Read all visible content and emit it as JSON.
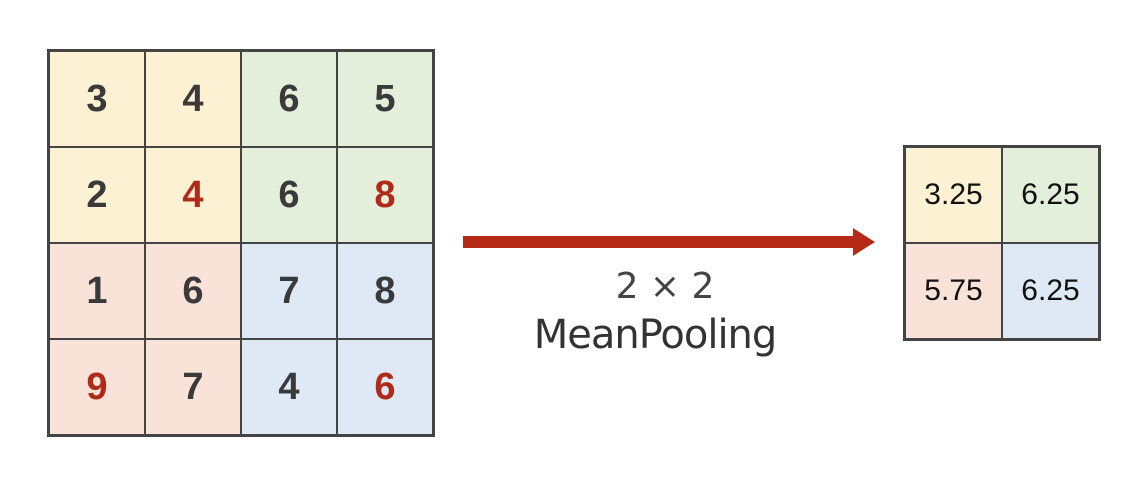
{
  "input_grid": {
    "rows": [
      [
        {
          "value": "3",
          "region": "yellow",
          "highlight": false
        },
        {
          "value": "4",
          "region": "yellow",
          "highlight": false
        },
        {
          "value": "6",
          "region": "green",
          "highlight": false
        },
        {
          "value": "5",
          "region": "green",
          "highlight": false
        }
      ],
      [
        {
          "value": "2",
          "region": "yellow",
          "highlight": false
        },
        {
          "value": "4",
          "region": "yellow",
          "highlight": true
        },
        {
          "value": "6",
          "region": "green",
          "highlight": false
        },
        {
          "value": "8",
          "region": "green",
          "highlight": true
        }
      ],
      [
        {
          "value": "1",
          "region": "pink",
          "highlight": false
        },
        {
          "value": "6",
          "region": "pink",
          "highlight": false
        },
        {
          "value": "7",
          "region": "blue",
          "highlight": false
        },
        {
          "value": "8",
          "region": "blue",
          "highlight": false
        }
      ],
      [
        {
          "value": "9",
          "region": "pink",
          "highlight": true
        },
        {
          "value": "7",
          "region": "pink",
          "highlight": false
        },
        {
          "value": "4",
          "region": "blue",
          "highlight": false
        },
        {
          "value": "6",
          "region": "blue",
          "highlight": true
        }
      ]
    ]
  },
  "operation": {
    "size_label": "2 × 2",
    "name_label": "MeanPooling"
  },
  "output_grid": {
    "rows": [
      [
        {
          "value": "3.25",
          "region": "yellow"
        },
        {
          "value": "6.25",
          "region": "green"
        }
      ],
      [
        {
          "value": "5.75",
          "region": "pink"
        },
        {
          "value": "6.25",
          "region": "blue"
        }
      ]
    ]
  },
  "colors": {
    "yellow": "#fdf1d3",
    "green": "#e3efda",
    "pink": "#f9e2d8",
    "blue": "#dfe8f5",
    "highlight_text": "#b02a1a",
    "arrow": "#b52a16"
  }
}
